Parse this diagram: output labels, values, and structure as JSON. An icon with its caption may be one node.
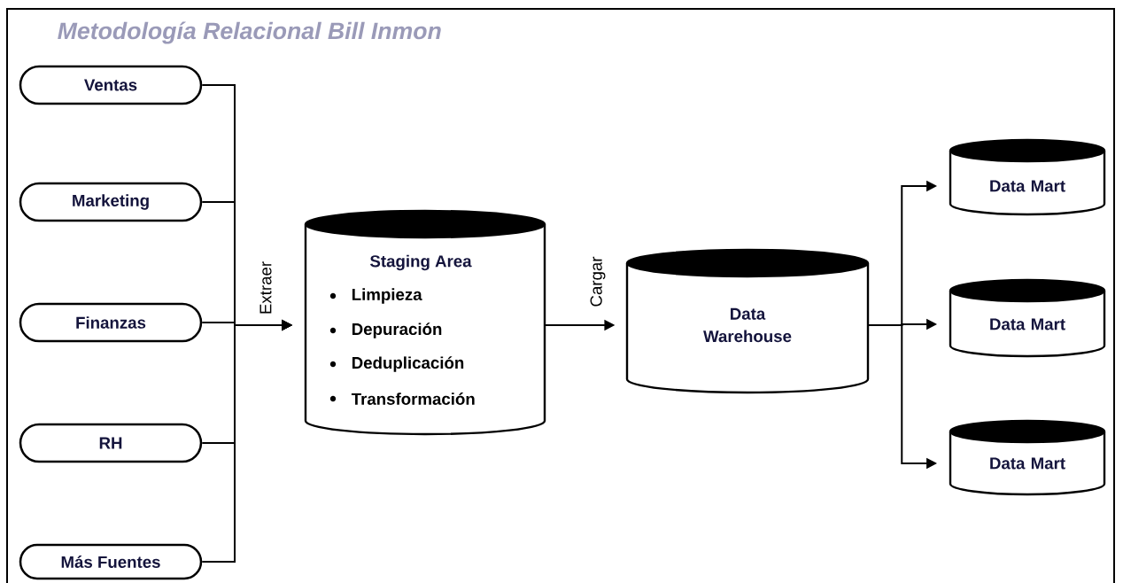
{
  "diagram": {
    "title": "Metodología Relacional Bill Inmon",
    "nodes": [
      {
        "text": [
          "Ventas"
        ]
      },
      {
        "text": [
          "Marketing"
        ]
      },
      {
        "text": [
          "Finanzas"
        ]
      },
      {
        "text": [
          "RH"
        ]
      },
      {
        "text": [
          "Más Fuentes"
        ]
      },
      {
        "text": [
          "Staging Area",
          "Limpieza",
          "Depuración",
          "Deduplicación",
          "Transformación"
        ]
      },
      {
        "text": [
          "Data Warehouse"
        ]
      },
      {
        "text": [
          "Data Mart"
        ]
      },
      {
        "text": [
          "Data Mart"
        ]
      },
      {
        "text": [
          "Data Mart"
        ]
      }
    ],
    "edges": [
      {
        "from": 0,
        "to": 5,
        "arrow": "to"
      },
      {
        "from": 1,
        "to": 5,
        "arrow": "to"
      },
      {
        "from": 2,
        "to": 5,
        "arrow": "to",
        "label": "Extraer"
      },
      {
        "from": 3,
        "to": 5,
        "arrow": "to"
      },
      {
        "from": 4,
        "to": 5,
        "arrow": "to"
      },
      {
        "from": 5,
        "to": 6,
        "arrow": "to",
        "label": "Cargar"
      },
      {
        "from": 6,
        "to": 7,
        "arrow": "to"
      },
      {
        "from": 6,
        "to": 8,
        "arrow": "to"
      },
      {
        "from": 6,
        "to": 9,
        "arrow": "to"
      }
    ]
  }
}
